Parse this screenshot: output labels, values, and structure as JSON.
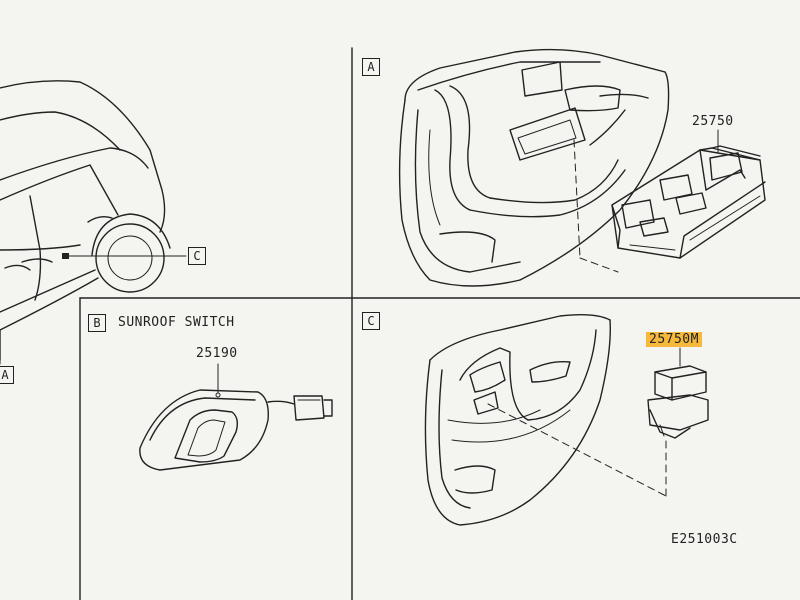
{
  "callouts": {
    "panel_a": "A",
    "panel_b": "B",
    "panel_c": "C",
    "car_ref_c": "C",
    "car_ref_a": "A"
  },
  "panel_b": {
    "title": "SUNROOF SWITCH",
    "part_number": "25190"
  },
  "panel_a": {
    "part_number": "25750"
  },
  "panel_c": {
    "part_number": "25750M"
  },
  "diagram_code": "E251003C",
  "colors": {
    "line": "#222222",
    "background": "#f4f4f0",
    "highlight": "#f6b93b"
  }
}
